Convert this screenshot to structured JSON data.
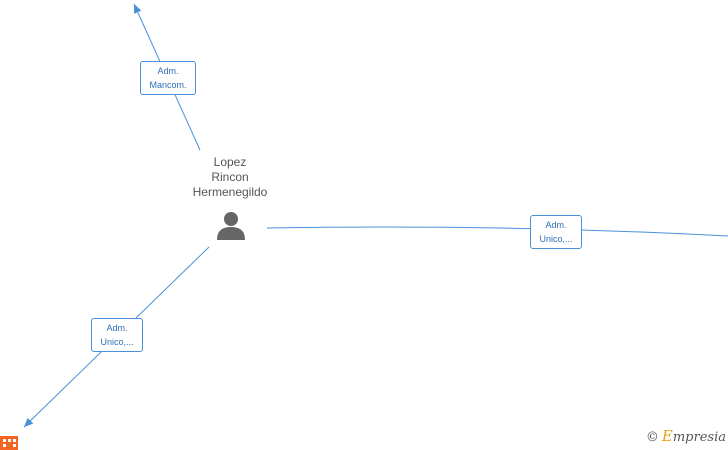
{
  "person": {
    "name_lines": [
      "Lopez",
      "Rincon",
      "Hermenegildo"
    ]
  },
  "relations": [
    {
      "id": "mancom",
      "line1": "Adm.",
      "line2": "Mancom."
    },
    {
      "id": "unico-right",
      "line1": "Adm.",
      "line2": "Unico,..."
    },
    {
      "id": "unico-left",
      "line1": "Adm.",
      "line2": "Unico,..."
    }
  ],
  "icons": {
    "person": "person-icon",
    "company": "building-icon",
    "brand": "copyright-icon"
  },
  "colors": {
    "edge": "#4a90d9",
    "edge_text": "#2d6fb8",
    "person_icon": "#666666",
    "company_icon": "#f26522",
    "brand_accent": "#e8a317"
  },
  "brand": {
    "copyright": "©",
    "first_letter": "E",
    "rest": "mpresia"
  }
}
